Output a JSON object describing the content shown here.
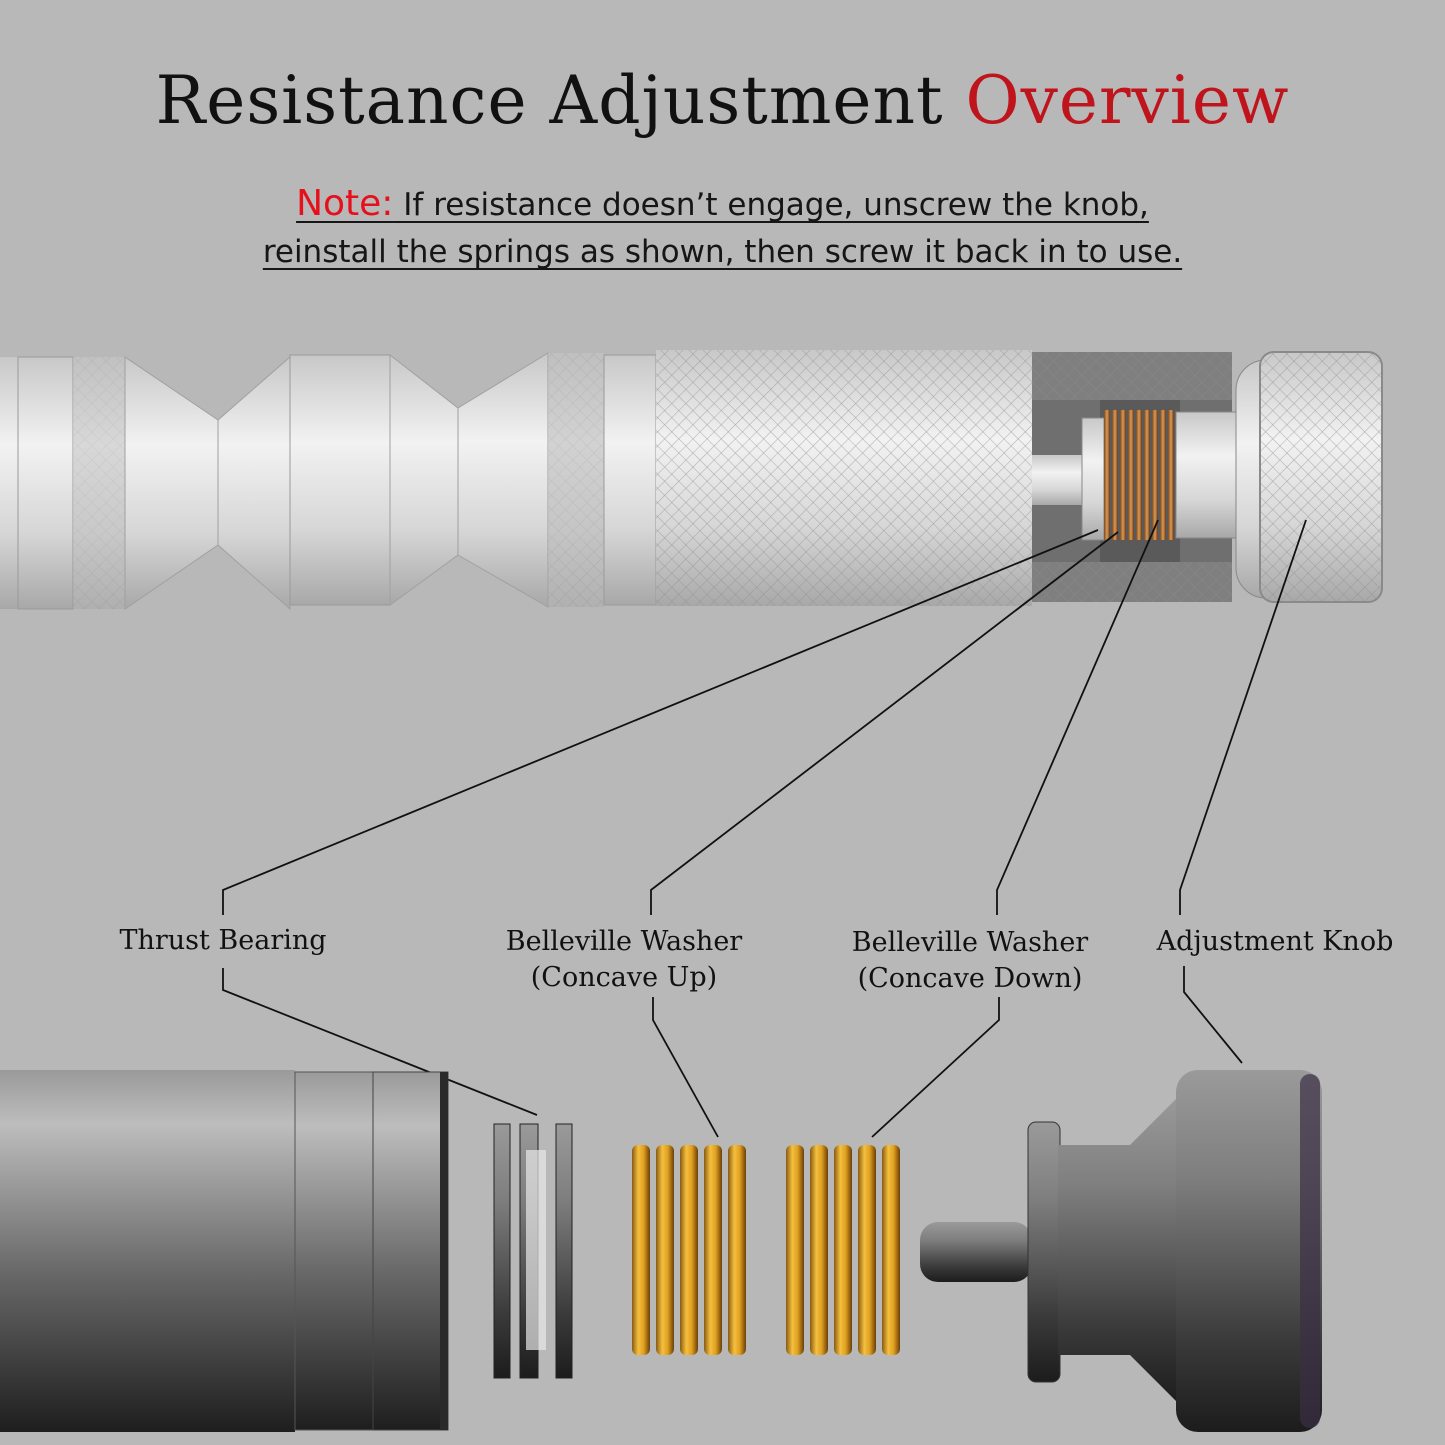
{
  "title": {
    "main": "Resistance Adjustment",
    "accent": "Overview"
  },
  "note": {
    "label": "Note:",
    "line1": " If resistance doesn’t engage, unscrew the knob,",
    "line2": "reinstall the springs as shown, then screw it back in to use."
  },
  "callouts": {
    "thrust_bearing": "Thrust Bearing",
    "washer_up_l1": "Belleville Washer",
    "washer_up_l2": "(Concave Up)",
    "washer_down_l1": "Belleville Washer",
    "washer_down_l2": "(Concave Down)",
    "adjustment_knob": "Adjustment Knob"
  },
  "colors": {
    "background": "#b8b8b8",
    "accent_red": "#c0141c",
    "note_red": "#e5101c",
    "washer_gold": "#e0a020",
    "spring_copper": "#b8743a"
  }
}
